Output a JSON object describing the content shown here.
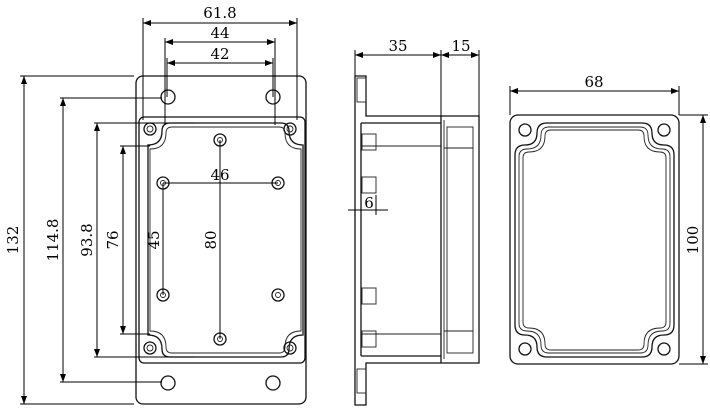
{
  "front_view": {
    "width_overall": "61.8",
    "flange_hole_spacing_outer": "44",
    "flange_hole_spacing_inner": "42",
    "height_overall": "132",
    "flange_hole_pitch": "114.8",
    "body_height": "93.8",
    "lid_inner_height": "76",
    "boss_vertical_spacing": "45",
    "boss_center_spacing": "80",
    "boss_horizontal_spacing": "46"
  },
  "side_view": {
    "base_depth": "35",
    "lid_depth": "15",
    "flange_thickness": "6"
  },
  "top_view": {
    "width": "68",
    "height": "100"
  }
}
